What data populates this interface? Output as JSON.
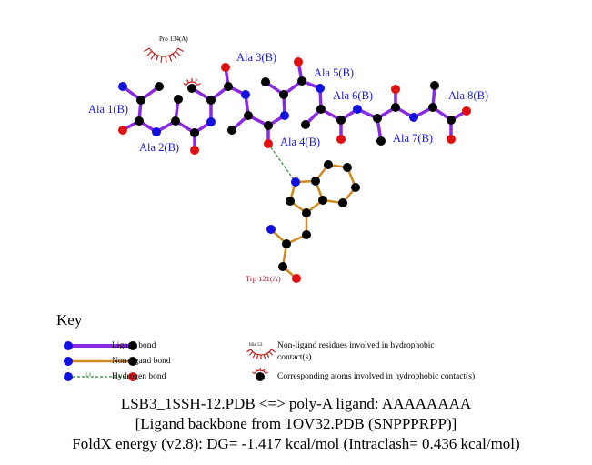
{
  "ligand_residues": [
    "Ala 1(B)",
    "Ala 2(B)",
    "Ala 3(B)",
    "Ala 4(B)",
    "Ala 5(B)",
    "Ala 6(B)",
    "Ala 7(B)",
    "Ala 8(B)"
  ],
  "contact_residues": {
    "pro": "Pro 134(A)",
    "trp": "Trp 121(A)"
  },
  "hbond_distance": "",
  "colors": {
    "ligand_bond": "#8a2be2",
    "nonligand_bond": "#d08a20",
    "nitrogen": "#1010e0",
    "oxygen": "#e01010",
    "carbon": "#000000",
    "hbond": "#2a8a2a",
    "hydrophobic": "#c02020"
  },
  "key": {
    "title": "Key",
    "ligand_bond": "Ligand bond",
    "nonligand_bond": "Non-ligand bond",
    "hydrogen_bond": "Hydrogen bond",
    "hbond_sample": "3.0",
    "example_residue": "His 53",
    "nonligand_residues": "Non-ligand residues involved in hydrophobic",
    "nonligand_residues2": "contact(s)",
    "corresponding_atoms": "Corresponding atoms involved in hydrophobic contact(s)"
  },
  "footer": {
    "line1": "LSB3_1SSH-12.PDB <=> poly-A ligand: AAAAAAAA",
    "line2": "[Ligand backbone from 1OV32.PDB (SNPPPRPP)]",
    "line3": "FoldX energy (v2.8): DG= -1.417 kcal/mol (Intraclash= 0.436 kcal/mol)"
  }
}
